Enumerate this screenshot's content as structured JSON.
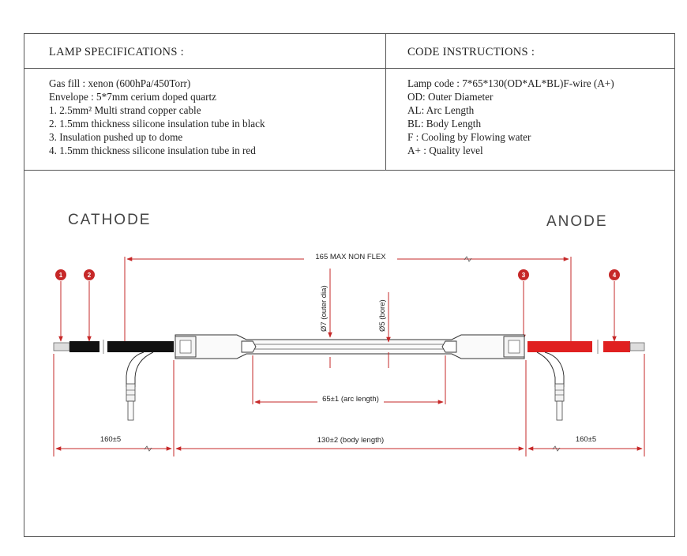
{
  "left_panel": {
    "title": "LAMP SPECIFICATIONS :",
    "lines": [
      "Gas fill : xenon (600hPa/450Torr)",
      "Envelope : 5*7mm cerium doped quartz",
      "1. 2.5mm² Multi strand copper cable",
      "2. 1.5mm thickness silicone insulation tube in  black",
      "3.  Insulation pushed up to dome",
      "4. 1.5mm thickness silicone insulation tube in red"
    ]
  },
  "right_panel": {
    "title": "CODE INSTRUCTIONS :",
    "lines": [
      "Lamp code : 7*65*130(OD*AL*BL)F-wire (A+)",
      "OD: Outer Diameter",
      "AL: Arc Length",
      "BL: Body Length",
      "F   : Cooling by Flowing water",
      "A+ : Quality level"
    ]
  },
  "diagram": {
    "cathode_label": "CATHODE",
    "anode_label": "ANODE",
    "badges": [
      "1",
      "2",
      "3",
      "4"
    ],
    "dims": {
      "overall": "165 MAX NON FLEX",
      "outer_dia": "Ø7 (outer dia)",
      "bore": "Ø5 (bore)",
      "arc": "65±1 (arc length)",
      "lead_left": "160±5",
      "body": "130±2 (body length)",
      "lead_right": "160±5"
    },
    "colors": {
      "badge": "#c62828",
      "dim_line": "#c62828",
      "black_tube": "#111111",
      "red_tube": "#e02020"
    }
  }
}
